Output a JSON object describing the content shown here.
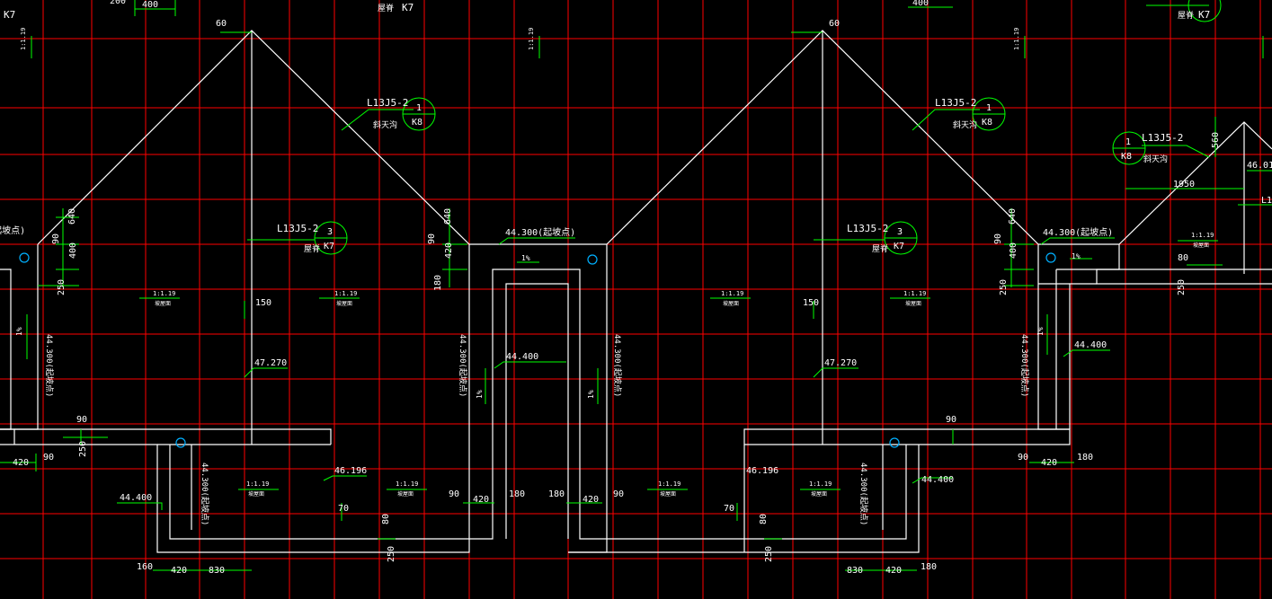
{
  "colors": {
    "background": "#000000",
    "grid": "#ff0000",
    "outline": "#ffffff",
    "dimension": "#00ff00",
    "marker": "#00b0ff"
  },
  "elev": {
    "e44300": "44.300(起坡点)",
    "e44300v": "44.300(起坡点)",
    "e44400": "44.400",
    "e47270": "47.270",
    "e46196": "46.196",
    "e46010": "46.01"
  },
  "ref": {
    "code": "L13J5-2",
    "n1": "1",
    "n3": "3",
    "k7": "K7",
    "k8": "K8",
    "gutter": "斜天沟",
    "ridge": "屋脊"
  },
  "slope": {
    "ratio": "1:1.19",
    "face": "坡屋面",
    "pct": "1%"
  },
  "dims": {
    "d60": "60",
    "d640": "640",
    "d90": "90",
    "d400": "400",
    "d250": "250",
    "d420": "420",
    "d180": "180",
    "d150": "150",
    "d70": "70",
    "d80": "80",
    "d160": "160",
    "d830": "830",
    "d560": "560",
    "d1950": "1950",
    "d200": "200",
    "cut_l1": "L1"
  }
}
